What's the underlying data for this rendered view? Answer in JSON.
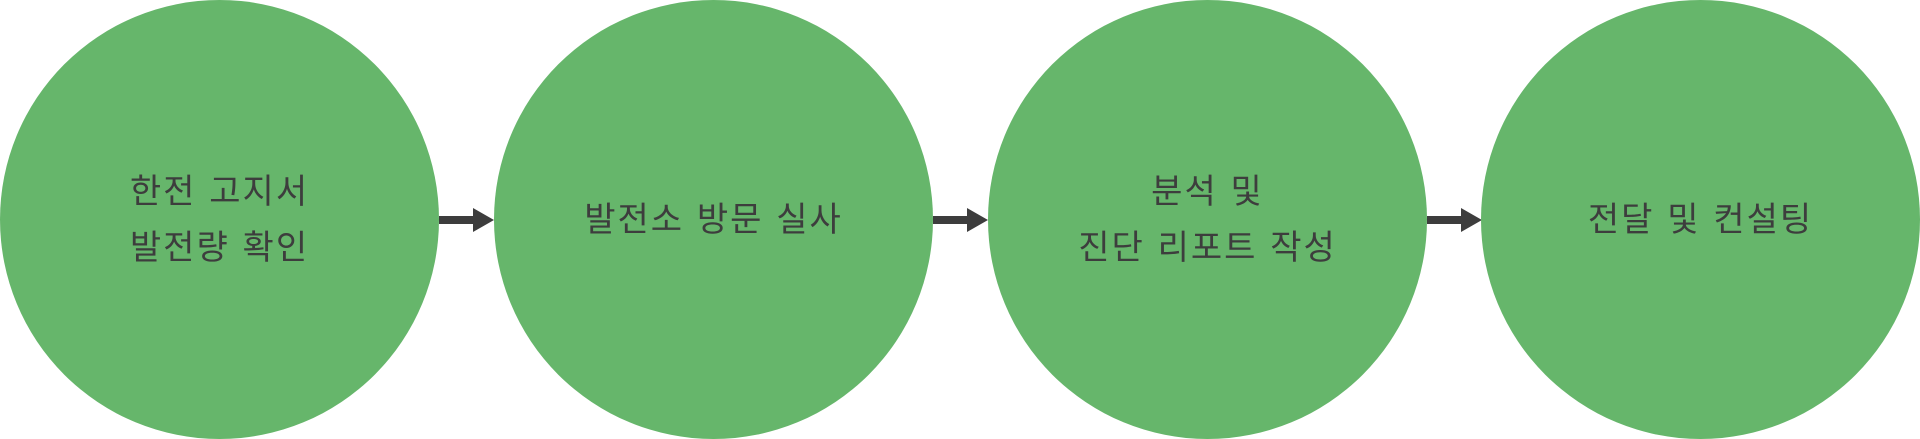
{
  "colors": {
    "circle_fill": "#66b66b",
    "text": "#3d3d3d",
    "arrow": "#3d3d3d"
  },
  "steps": [
    {
      "lines": [
        "한전 고지서",
        "발전량 확인"
      ]
    },
    {
      "lines": [
        "발전소 방문 실사"
      ]
    },
    {
      "lines": [
        "분석 및",
        "진단 리포트 작성"
      ]
    },
    {
      "lines": [
        "전달 및 컨설팅"
      ]
    }
  ]
}
